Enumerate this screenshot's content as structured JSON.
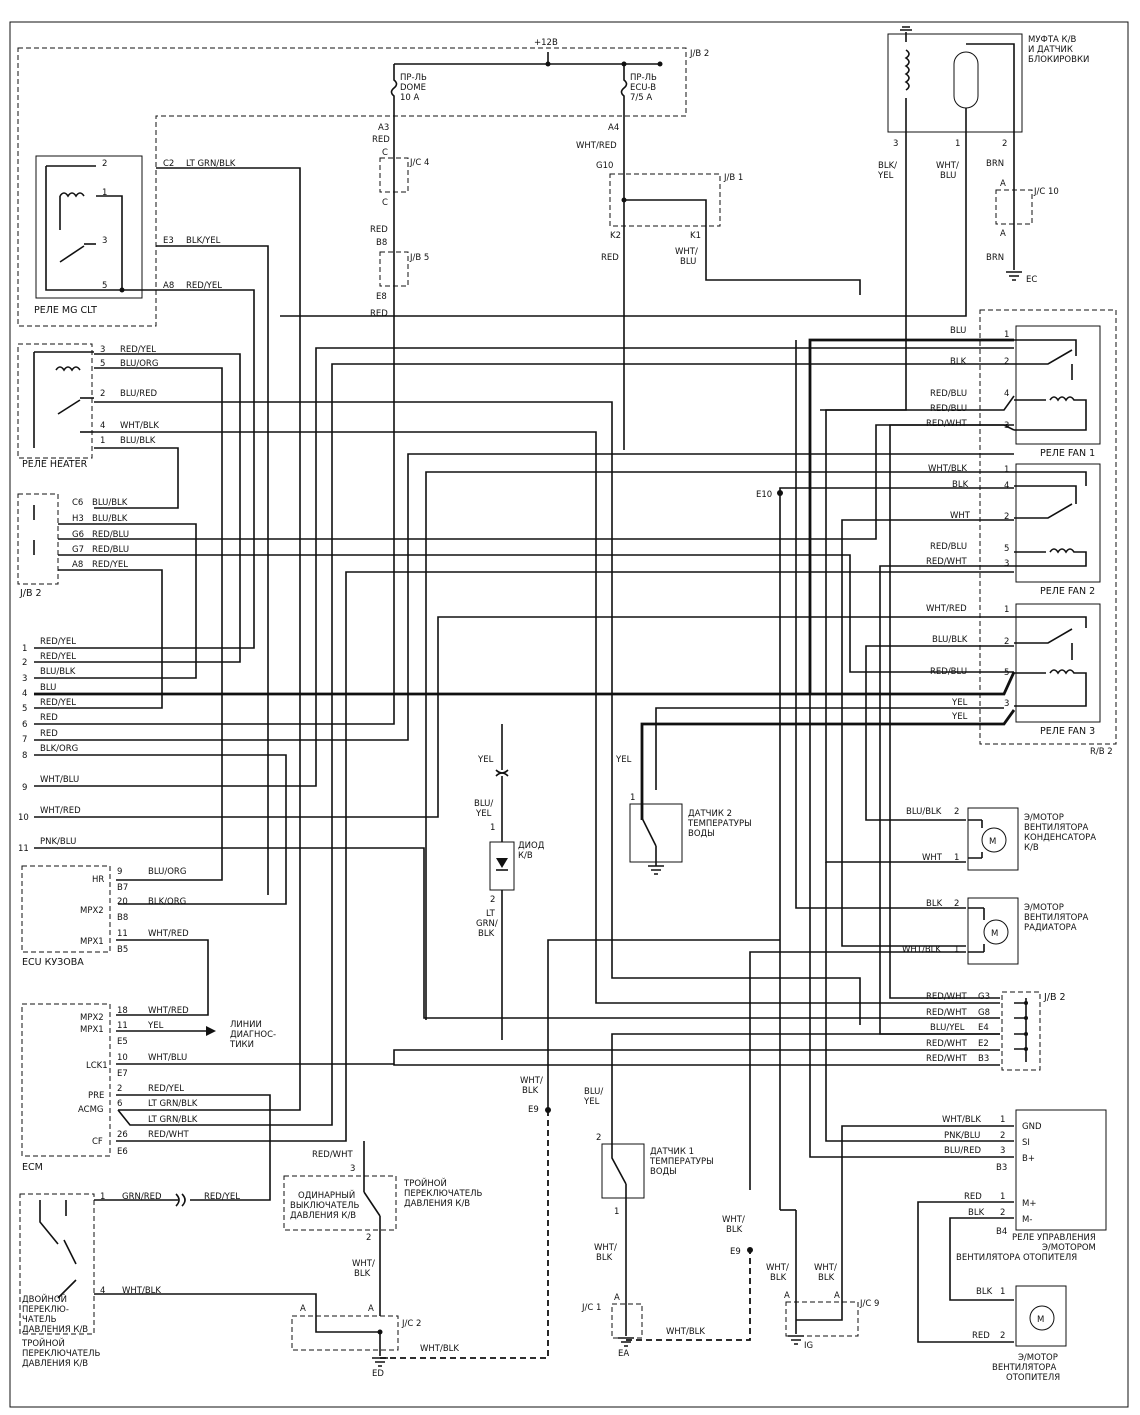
{
  "supply": {
    "label": "+12B"
  },
  "jb2_top": {
    "label": "J/B 2"
  },
  "fuse_dome": {
    "l1": "ПР-ЛЬ",
    "l2": "DOME",
    "l3": "10 A"
  },
  "fuse_ecub": {
    "l1": "ПР-ЛЬ",
    "l2": "ECU-B",
    "l3": "7/5 A"
  },
  "clutch": {
    "l1": "МУФТА К/В",
    "l2": "И ДАТЧИК",
    "l3": "БЛОКИРОВКИ",
    "p3": "3",
    "p1": "1",
    "p2": "2",
    "w3a": "BLK/",
    "w3b": "YEL",
    "w1a": "WHT/",
    "w1b": "BLU",
    "w2": "BRN",
    "jc10": "J/C 10",
    "jcA1": "A",
    "jcA2": "A",
    "w_ec": "BRN",
    "ec": "EC"
  },
  "center": {
    "a3": "A3",
    "a3w": "RED",
    "jc4": "J/C 4",
    "jc4c1": "C",
    "jc4c2": "C",
    "w_red1": "RED",
    "b8": "B8",
    "jb5": "J/B 5",
    "e8": "E8",
    "w_red2": "RED",
    "a4": "A4",
    "a4w": "WHT/RED",
    "g10": "G10",
    "jb1": "J/B 1",
    "k2": "K2",
    "k1": "K1",
    "k2w": "RED",
    "k1wa": "WHT/",
    "k1wb": "BLU"
  },
  "mg_relay": {
    "title": "РЕЛЕ MG CLT",
    "p2": "2",
    "p1": "1",
    "p3": "3",
    "p5": "5",
    "c2": "C2",
    "c2w": "LT GRN/BLK",
    "e3": "E3",
    "e3w": "BLK/YEL",
    "a8": "A8",
    "a8w": "RED/YEL"
  },
  "heater_relay": {
    "title": "РЕЛЕ HEATER",
    "p3": "3",
    "p3w": "RED/YEL",
    "p5": "5",
    "p5w": "BLU/ORG",
    "p2": "2",
    "p2w": "BLU/RED",
    "p4": "4",
    "p4w": "WHT/BLK",
    "p1": "1",
    "p1w": "BLU/BLK"
  },
  "jb2_left": {
    "title": "J/B 2",
    "rows": [
      {
        "pin": "C6",
        "wire": "BLU/BLK"
      },
      {
        "pin": "H3",
        "wire": "BLU/BLK"
      },
      {
        "pin": "G6",
        "wire": "RED/BLU"
      },
      {
        "pin": "G7",
        "wire": "RED/BLU"
      },
      {
        "pin": "A8",
        "wire": "RED/YEL"
      }
    ]
  },
  "left_terms": [
    {
      "n": "1",
      "w": "RED/YEL"
    },
    {
      "n": "2",
      "w": "RED/YEL"
    },
    {
      "n": "3",
      "w": "BLU/BLK"
    },
    {
      "n": "4",
      "w": "BLU"
    },
    {
      "n": "5",
      "w": "RED/YEL"
    },
    {
      "n": "6",
      "w": "RED"
    },
    {
      "n": "7",
      "w": "RED"
    },
    {
      "n": "8",
      "w": "BLK/ORG"
    },
    {
      "n": "9",
      "w": "WHT/BLU"
    },
    {
      "n": "10",
      "w": "WHT/RED"
    },
    {
      "n": "11",
      "w": "PNK/BLU"
    }
  ],
  "ecu_body": {
    "title": "ECU КУЗОВА",
    "hr": "HR",
    "hr_pin": "9",
    "hr_w": "BLU/ORG",
    "b7": "B7",
    "mpx2": "MPX2",
    "mpx2_pin": "20",
    "mpx2_w": "BLK/ORG",
    "b8": "B8",
    "mpx1": "MPX1",
    "mpx1_pin": "11",
    "mpx1_w": "WHT/RED",
    "b5": "B5"
  },
  "ecm": {
    "title": "ECM",
    "mpx2": "MPX2",
    "mpx2_pin": "18",
    "mpx2_w": "WHT/RED",
    "mpx1": "MPX1",
    "mpx1_pin": "11",
    "mpx1_w": "YEL",
    "e5": "E5",
    "lck1": "LCK1",
    "lck1_pin": "10",
    "lck1_w": "WHT/BLU",
    "e7": "E7",
    "pre": "PRE",
    "pre_pin": "2",
    "pre_w": "RED/YEL",
    "acmg": "ACMG",
    "acmg_pin": "6",
    "acmg_w1": "LT GRN/BLK",
    "acmg_w2": "LT GRN/BLK",
    "cf": "CF",
    "cf_pin": "26",
    "cf_w": "RED/WHT",
    "e6": "E6",
    "diag1": "ЛИНИИ",
    "diag2": "ДИАГНОС-",
    "diag3": "ТИКИ"
  },
  "fan1": {
    "title": "РЕЛЕ FAN 1",
    "rows": [
      {
        "pin": "1",
        "w": "BLU"
      },
      {
        "pin": "2",
        "w": "BLK"
      },
      {
        "pin": "4",
        "w": "RED/BLU"
      },
      {
        "pin": "",
        "w": "RED/BLU"
      },
      {
        "pin": "3",
        "w": "RED/WHT"
      }
    ]
  },
  "fan2": {
    "title": "РЕЛЕ FAN 2",
    "e10": "E10",
    "rows": [
      {
        "pin": "1",
        "w": "WHT/BLK"
      },
      {
        "pin": "4",
        "w": "BLK"
      },
      {
        "pin": "2",
        "w": "WHT"
      },
      {
        "pin": "5",
        "w": "RED/BLU"
      },
      {
        "pin": "3",
        "w": "RED/WHT"
      }
    ]
  },
  "fan3": {
    "title": "РЕЛЕ FAN 3",
    "rb2": "R/B 2",
    "rows": [
      {
        "pin": "1",
        "w": "WHT/RED"
      },
      {
        "pin": "2",
        "w": "BLU/BLK"
      },
      {
        "pin": "5",
        "w": "RED/BLU"
      },
      {
        "pin": "3",
        "w": "YEL"
      },
      {
        "pin": "",
        "w": "YEL"
      }
    ]
  },
  "diode": {
    "wy": "YEL",
    "wb1": "BLU/",
    "wb2": "YEL",
    "p1": "1",
    "p2": "2",
    "t1": "ДИОД",
    "t2": "К/В",
    "wl1": "LT",
    "wl2": "GRN/",
    "wl3": "BLK"
  },
  "temp2": {
    "w": "YEL",
    "p": "1",
    "t1": "ДАТЧИК 2",
    "t2": "ТЕМПЕРАТУРЫ",
    "t3": "ВОДЫ"
  },
  "cond_motor": {
    "t1": "Э/МОТОР",
    "t2": "ВЕНТИЛЯТОРА",
    "t3": "КОНДЕНСАТОРА",
    "t4": "К/В",
    "w2": "BLU/BLK",
    "p2": "2",
    "w1": "WHT",
    "p1": "1"
  },
  "rad_motor": {
    "t1": "Э/МОТОР",
    "t2": "ВЕНТИЛЯТОРА",
    "t3": "РАДИАТОРА",
    "w2": "BLK",
    "p2": "2",
    "w1": "WHT/BLK",
    "p1": "1"
  },
  "jb2_right": {
    "title": "J/B 2",
    "rows": [
      {
        "w": "RED/WHT",
        "p": "G3"
      },
      {
        "w": "RED/WHT",
        "p": "G8"
      },
      {
        "w": "BLU/YEL",
        "p": "E4"
      },
      {
        "w": "RED/WHT",
        "p": "E2"
      },
      {
        "w": "RED/WHT",
        "p": "B3"
      }
    ]
  },
  "blower_relay": {
    "t1": "РЕЛЕ УПРАВЛЕНИЯ",
    "t2": "Э/МОТОРОМ",
    "t3": "ВЕНТИЛЯТОРА ОТОПИТЕЛЯ",
    "gnd": "GND",
    "si": "SI",
    "bp": "B+",
    "w1": "WHT/BLK",
    "p1": "1",
    "w2": "PNK/BLU",
    "p2": "2",
    "w3": "BLU/RED",
    "p3": "3",
    "b3": "B3",
    "mp": "M+",
    "mm": "M-",
    "mw1": "RED",
    "mp1": "1",
    "mw2": "BLK",
    "mp2": "2",
    "b4": "B4"
  },
  "blower_motor": {
    "t1": "Э/МОТОР",
    "t2": "ВЕНТИЛЯТОРА",
    "t3": "ОТОПИТЕЛЯ",
    "w1": "BLK",
    "p1": "1",
    "w2": "RED",
    "p2": "2"
  },
  "triple_sw": {
    "t1": "ТРОЙНОЙ",
    "t2": "ПЕРЕКЛЮЧАТЕЛЬ",
    "t3": "ДАВЛЕНИЯ К/В",
    "s1": "ОДИНАРНЫЙ",
    "s2": "ВЫКЛЮЧАТЕЛЬ",
    "s3": "ДАВЛЕНИЯ К/В",
    "w_top": "RED/WHT",
    "p3": "3",
    "p2": "2",
    "w_bot1": "WHT/",
    "w_bot2": "BLK"
  },
  "dual_sw": {
    "d1": "ДВОЙНОЙ",
    "d2": "ПЕРЕКЛЮ-",
    "d3": "ЧАТЕЛЬ",
    "d4": "ДАВЛЕНИЯ К/В",
    "t1": "ТРОЙНОЙ",
    "t2": "ПЕРЕКЛЮЧАТЕЛЬ",
    "t3": "ДАВЛЕНИЯ К/В",
    "p1": "1",
    "w1": "GRN/RED",
    "w1b": "RED/YEL",
    "p4": "4",
    "w4": "WHT/BLK"
  },
  "jc2": {
    "title": "J/C 2",
    "a1": "A",
    "a2": "A",
    "ed": "ED",
    "w": "WHT/BLK",
    "e9": "E9",
    "e9w1": "WHT/",
    "e9w2": "BLK"
  },
  "temp1": {
    "wa": "BLU/",
    "wb": "YEL",
    "p2": "2",
    "p1": "1",
    "t1": "ДАТЧИК 1",
    "t2": "ТЕМПЕРАТУРЫ",
    "t3": "ВОДЫ",
    "w1": "WHT/",
    "w2": "BLK",
    "jc1": "J/C 1",
    "a": "A",
    "ea": "EA",
    "wb_bot": "WHT/BLK"
  },
  "jc9": {
    "title": "J/C 9",
    "a1": "A",
    "a2": "A",
    "ig": "IG",
    "e9": "E9",
    "e9w1": "WHT/",
    "e9w2": "BLK",
    "wl1": "WHT/",
    "wl2": "BLK",
    "wr1": "WHT/",
    "wr2": "BLK"
  }
}
